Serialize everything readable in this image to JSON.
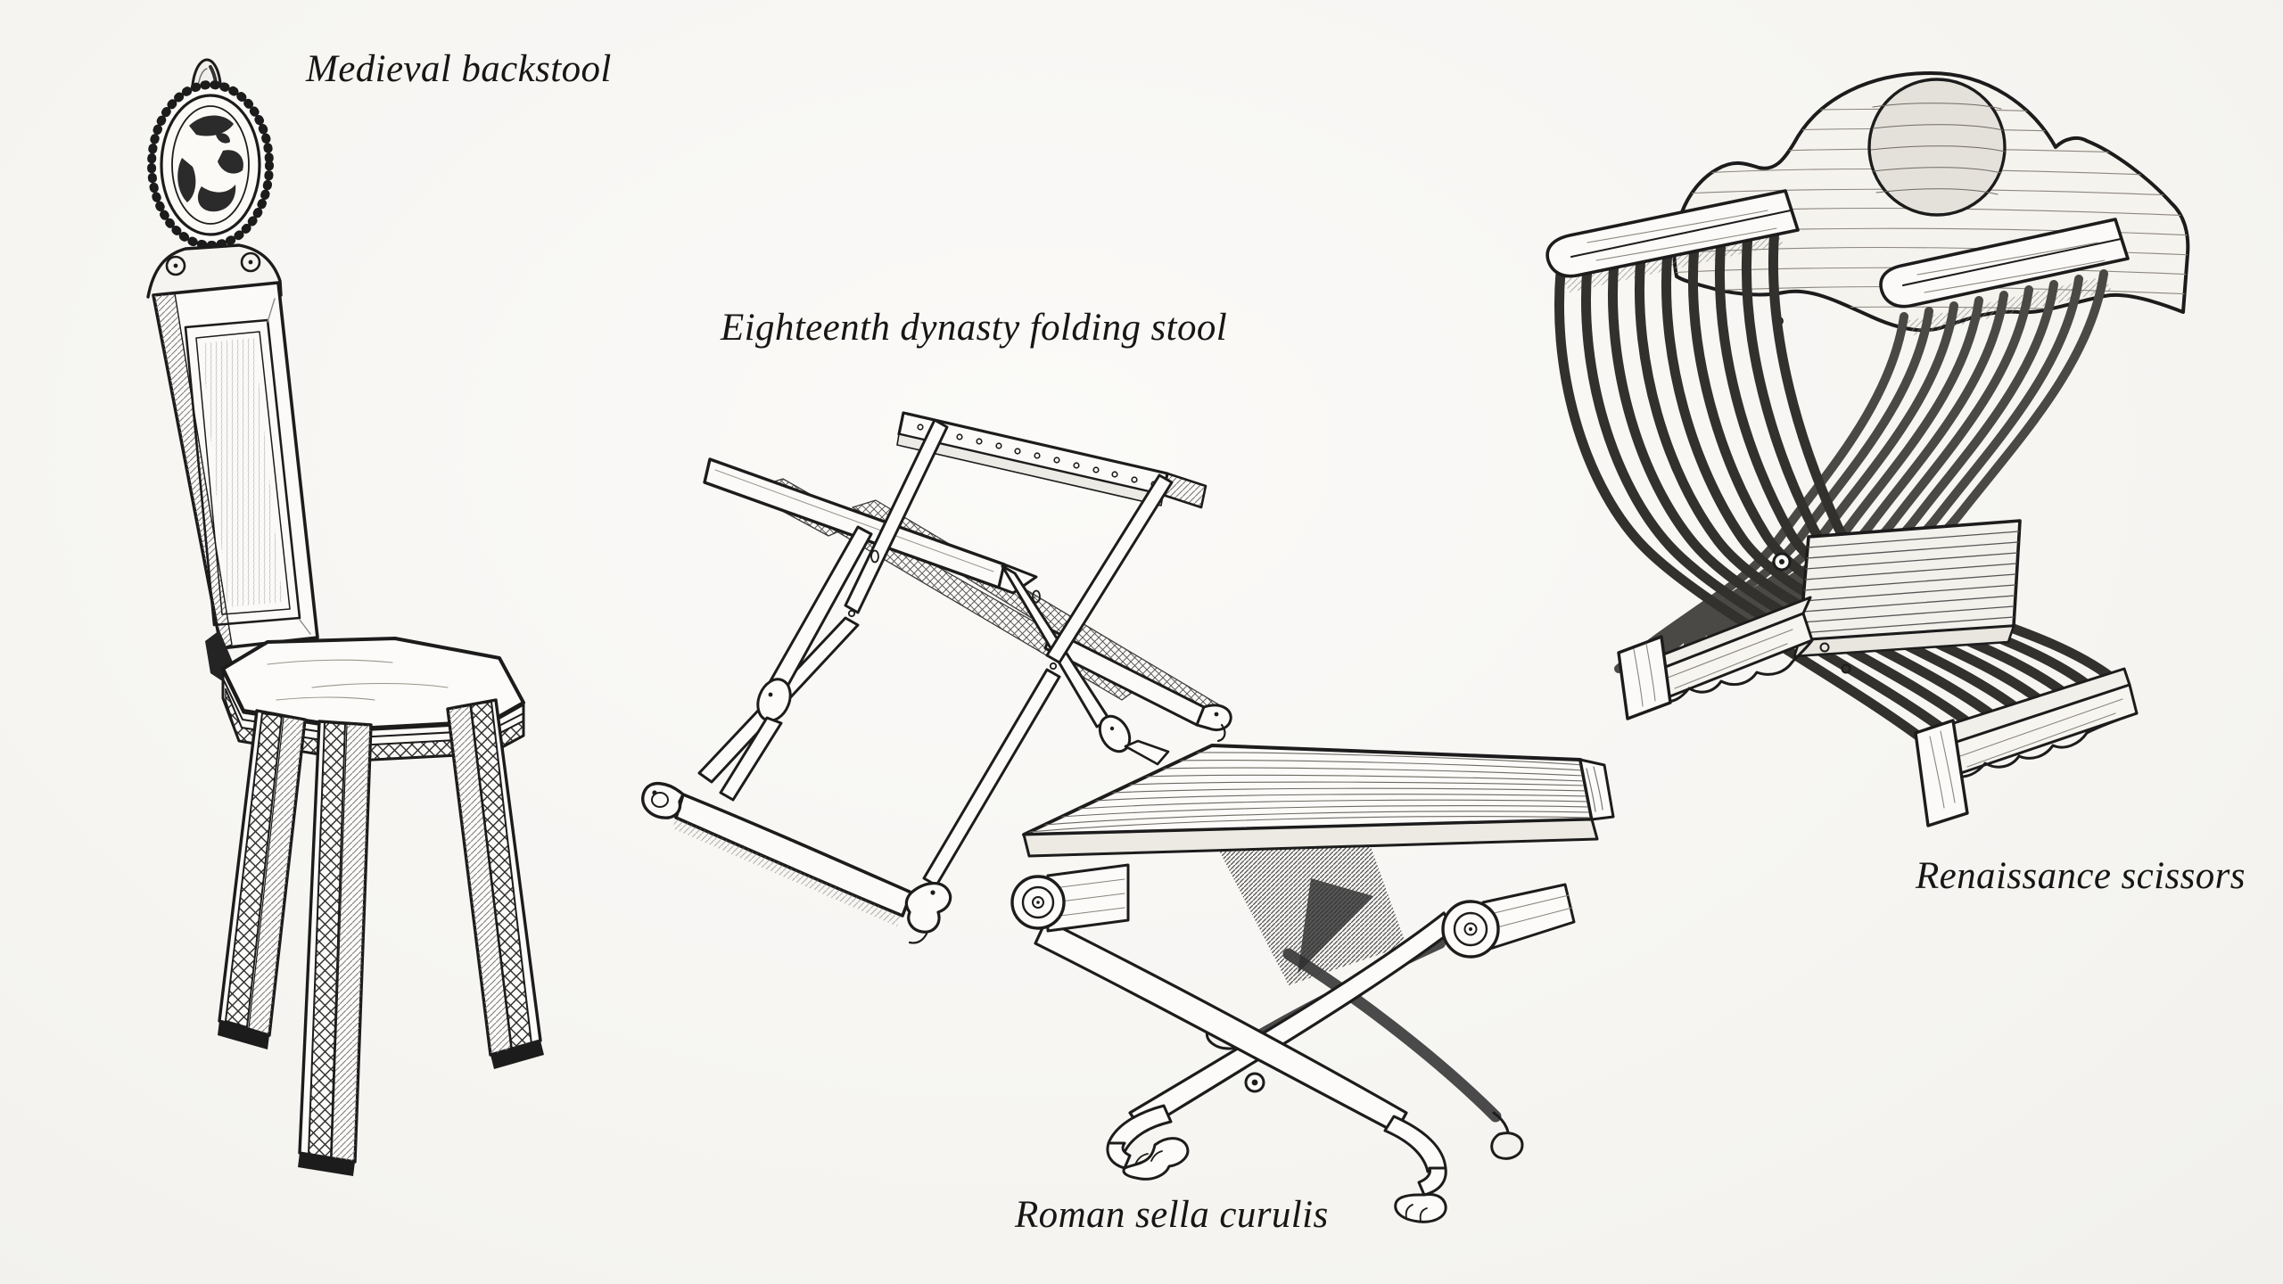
{
  "page": {
    "background": "#f6f5f2",
    "ink": "#1c1c1c",
    "media": "ink and pencil illustration plate"
  },
  "figures": [
    {
      "id": "medieval-backstool",
      "label": "Medieval backstool"
    },
    {
      "id": "eighteenth-dynasty-folding-stool",
      "label": "Eighteenth dynasty folding stool"
    },
    {
      "id": "roman-sella-curulis",
      "label": "Roman sella curulis"
    },
    {
      "id": "renaissance-scissors",
      "label": "Renaissance scissors"
    }
  ]
}
